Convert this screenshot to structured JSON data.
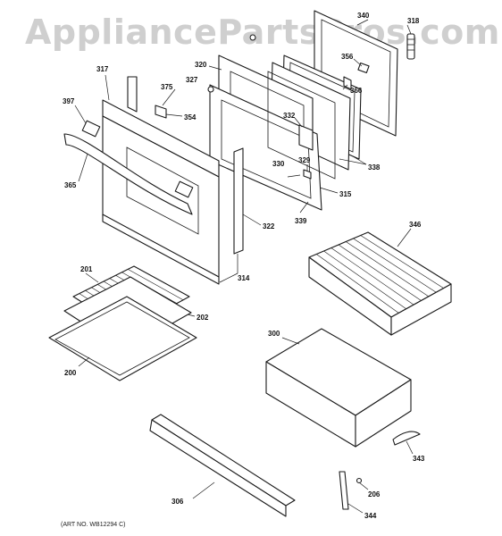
{
  "watermark": "AppliancePartsPros.com",
  "art_number": "(ART NO. WB12294 C)",
  "parts": {
    "p340": "340",
    "p318": "318",
    "p356": "356",
    "p366": "366",
    "p338": "338",
    "p320": "320",
    "p327": "327",
    "p332": "332",
    "p330": "330",
    "p329": "329",
    "p315": "315",
    "p339": "339",
    "p317": "317",
    "p375": "375",
    "p354": "354",
    "p397": "397",
    "p365": "365",
    "p322": "322",
    "p314": "314",
    "p346": "346",
    "p201": "201",
    "p202": "202",
    "p200": "200",
    "p300": "300",
    "p343": "343",
    "p306": "306",
    "p206": "206",
    "p344": "344"
  }
}
